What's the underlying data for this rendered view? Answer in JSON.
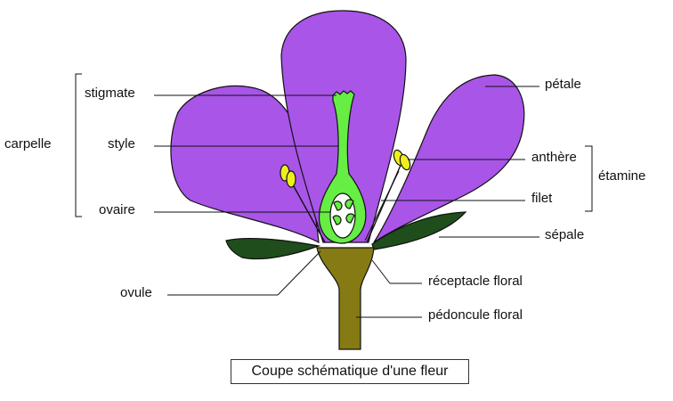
{
  "labels": {
    "stigmate": "stigmate",
    "style": "style",
    "ovaire": "ovaire",
    "carpelle": "carpelle",
    "ovule": "ovule",
    "petale": "pétale",
    "anthere": "anthère",
    "filet": "filet",
    "etamine": "étamine",
    "sepale": "sépale",
    "receptacle": "réceptacle floral",
    "pedoncule": "pédoncule floral"
  },
  "caption": "Coupe schématique d'une fleur",
  "colors": {
    "petal": "#a855e8",
    "pistil": "#66ee44",
    "sepal": "#1f4d1c",
    "stem": "#857a14",
    "anther": "#f0ef1e",
    "ovary_inner": "#ffffff",
    "outline": "#111111"
  }
}
